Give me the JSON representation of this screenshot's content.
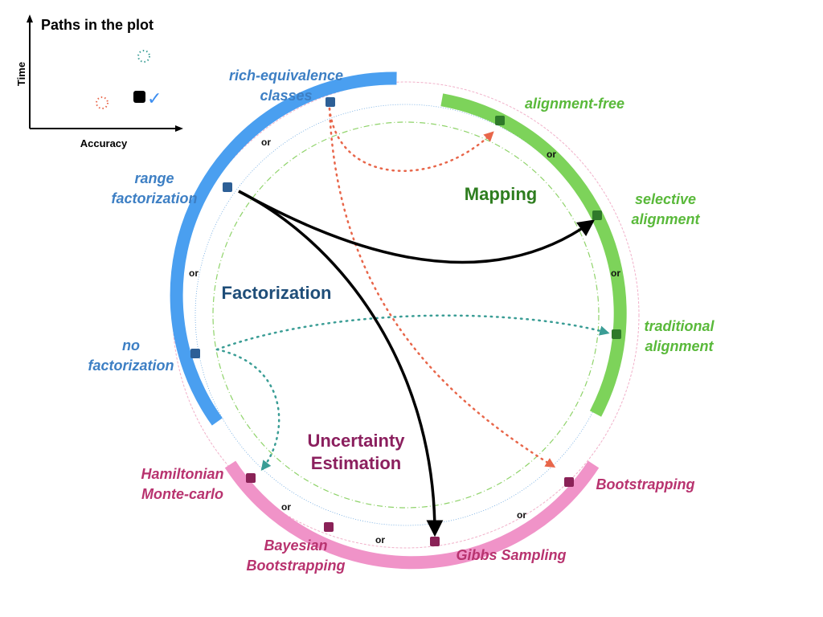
{
  "legend": {
    "title": "Paths in the plot",
    "y_axis_label": "Time",
    "x_axis_label": "Accuracy",
    "check_glyph": "✓"
  },
  "sections": {
    "factorization": {
      "title": "Factorization",
      "color": "#1f4e79"
    },
    "mapping": {
      "title": "Mapping",
      "color": "#2e7d1f"
    },
    "uncertainty": {
      "title_line1": "Uncertainty",
      "title_line2": "Estimation",
      "color": "#8b1f5e"
    }
  },
  "nodes": {
    "rich_equivalence": {
      "line1": "rich-equivalence",
      "line2": "classes"
    },
    "range_factorization": {
      "line1": "range",
      "line2": "factorization"
    },
    "no_factorization": {
      "line1": "no",
      "line2": "factorization"
    },
    "alignment_free": {
      "line1": "alignment-free"
    },
    "selective_alignment": {
      "line1": "selective",
      "line2": "alignment"
    },
    "traditional_alignment": {
      "line1": "traditional",
      "line2": "alignment"
    },
    "hamiltonian": {
      "line1": "Hamiltonian",
      "line2": "Monte-carlo"
    },
    "bayesian_bootstrapping": {
      "line1": "Bayesian",
      "line2": "Bootstrapping"
    },
    "gibbs_sampling": {
      "line1": "Gibbs Sampling"
    },
    "bootstrapping": {
      "line1": "Bootstrapping"
    }
  },
  "or_label": "or",
  "colors": {
    "blue_arc": "#4a9ff0",
    "green_arc": "#7dd35a",
    "pink_arc": "#f093c8",
    "blue_node": "#2d5f96",
    "green_node": "#2f7a2a",
    "pink_node": "#8a2257",
    "path_fast": "#e8664a",
    "path_slow": "#3a9d95",
    "path_best": "#000000",
    "check": "#3d8ef0"
  }
}
